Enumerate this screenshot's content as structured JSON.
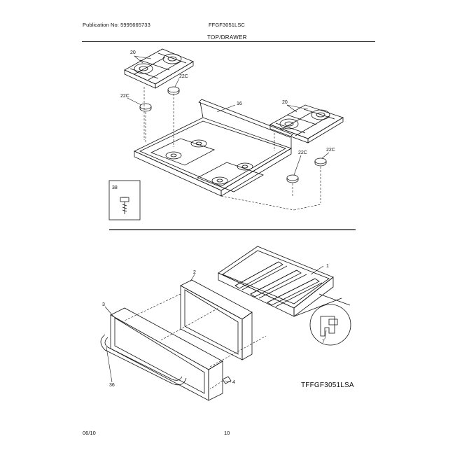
{
  "header": {
    "publication": "Publication No: 5995665733",
    "model": "FFGF3051LSC"
  },
  "section_title": "TOP/DRAWER",
  "callouts": {
    "grate_left": "20",
    "grate_right": "20",
    "cap_a": "22C",
    "cap_b": "22C",
    "cap_c": "22C",
    "cap_d": "22C",
    "cooktop": "16",
    "screw": "38",
    "drawer_body": "1",
    "drawer_panel": "2",
    "drawer_front": "3",
    "handle": "36",
    "clip": "4",
    "slide": "7"
  },
  "reference_code": "TFFGF3051LSA",
  "footer": {
    "date": "06/10",
    "page": "10"
  }
}
